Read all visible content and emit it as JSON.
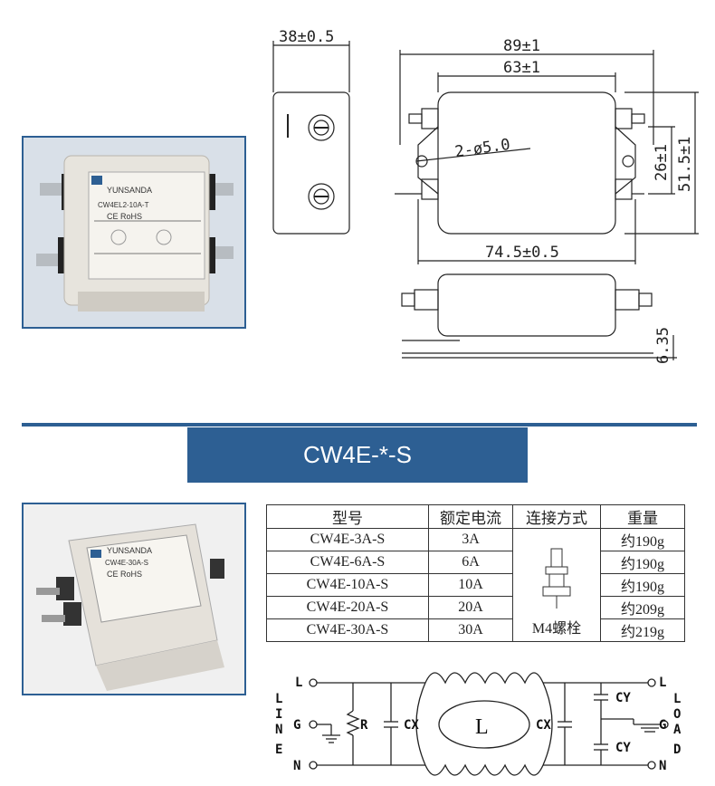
{
  "top_photo": {
    "brand": "YUNSANDA",
    "model": "CW4EL2-10A-T",
    "marks": "CE RoHS"
  },
  "drawing": {
    "side_width": "38±0.5",
    "overall_length": "89±1",
    "body_length": "63±1",
    "holes": "2-ø5.0",
    "hole_spacing_v": "26±1",
    "overall_height": "51.5±1",
    "mount_spacing": "74.5±0.5",
    "flange_height": "6.35"
  },
  "banner": {
    "title": "CW4E-*-S"
  },
  "bottom_photo": {
    "brand": "YUNSANDA",
    "model": "CW4E-30A-S",
    "marks": "CE RoHS"
  },
  "table": {
    "headers": [
      "型号",
      "额定电流",
      "连接方式",
      "重量"
    ],
    "rows": [
      {
        "model": "CW4E-3A-S",
        "current": "3A",
        "weight": "约190g"
      },
      {
        "model": "CW4E-6A-S",
        "current": "6A",
        "weight": "约190g"
      },
      {
        "model": "CW4E-10A-S",
        "current": "10A",
        "weight": "约190g"
      },
      {
        "model": "CW4E-20A-S",
        "current": "20A",
        "weight": "约209g"
      },
      {
        "model": "CW4E-30A-S",
        "current": "30A",
        "weight": "约219g"
      }
    ],
    "connection": "M4螺栓"
  },
  "schematic": {
    "line_side": "LINE",
    "load_side": "LOAD",
    "L": "L",
    "G": "G",
    "N": "N",
    "R": "R",
    "CX": "CX",
    "CY": "CY",
    "inductor": "L"
  },
  "colors": {
    "accent": "#2d5f93"
  }
}
